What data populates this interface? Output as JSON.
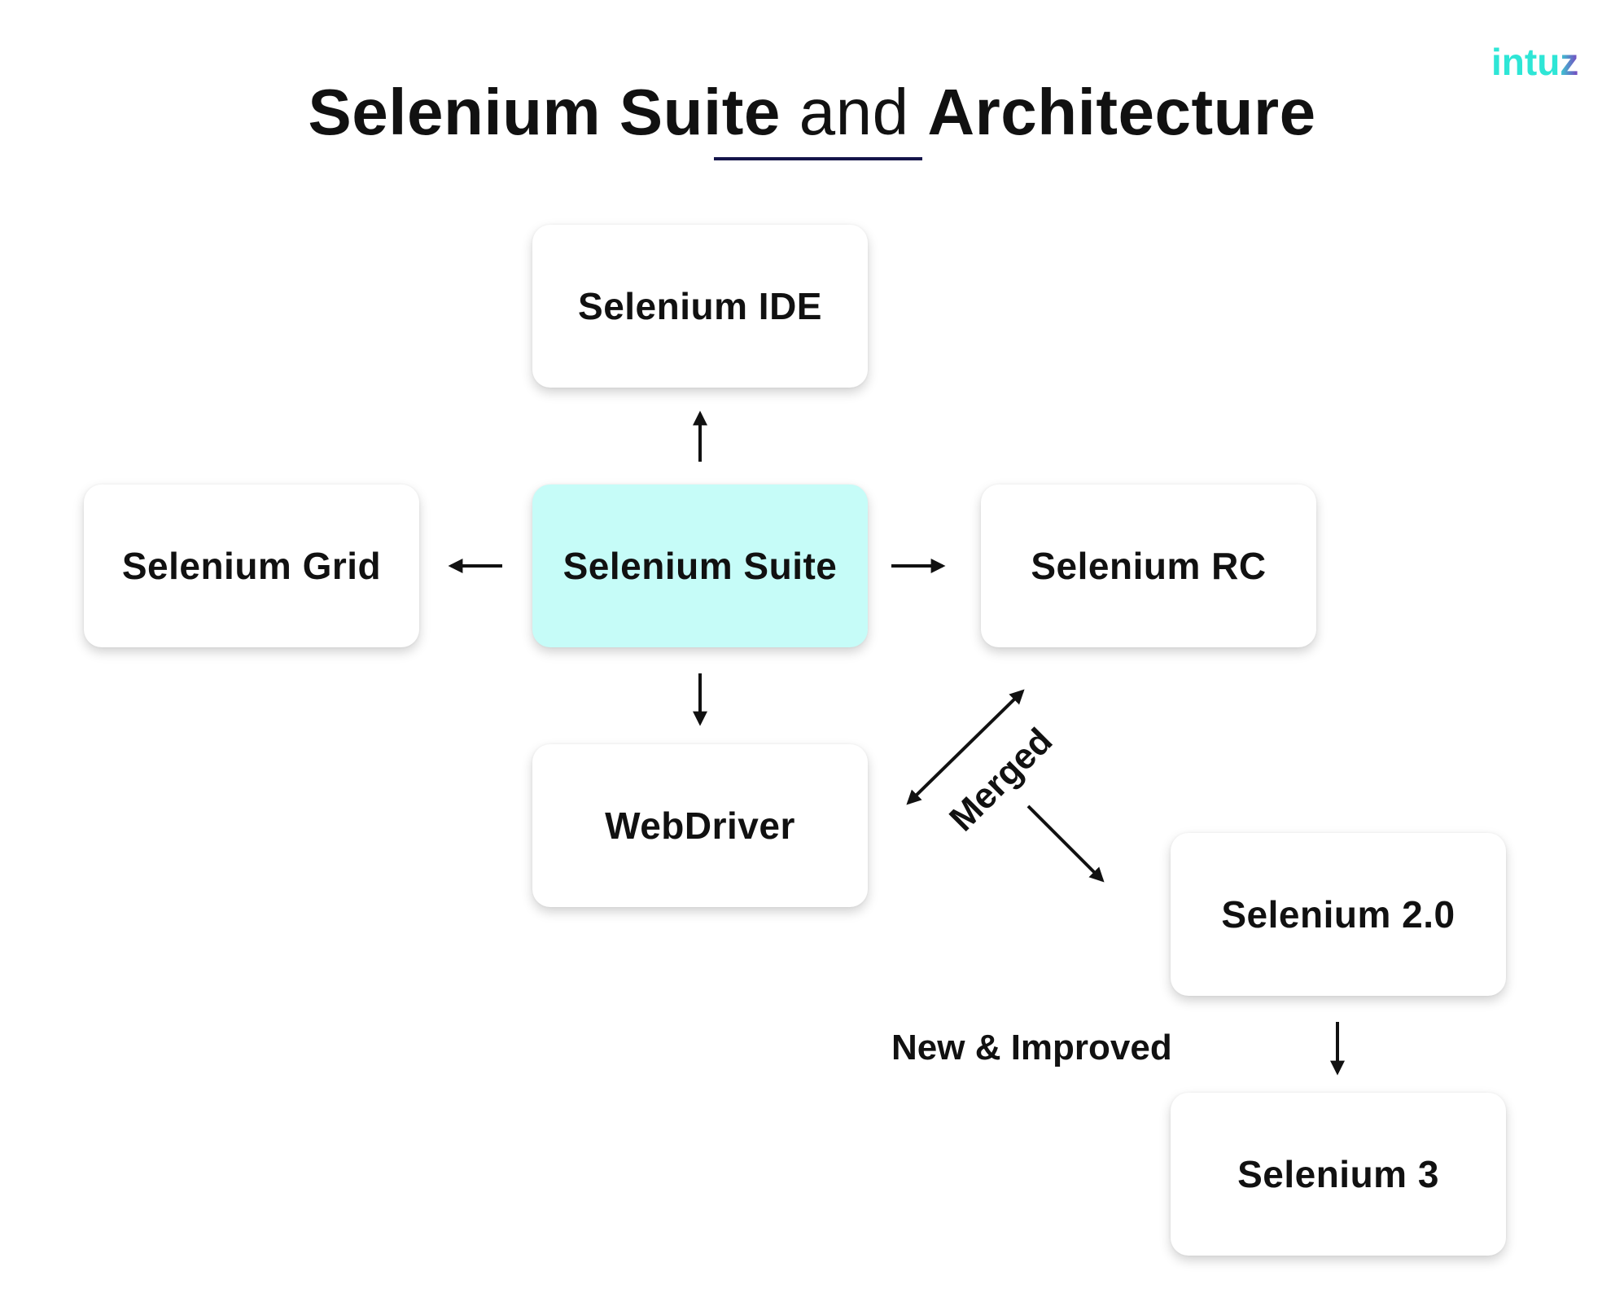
{
  "title": {
    "part1": "Selenium Suite",
    "part2": "and",
    "part3": "Architecture"
  },
  "logo": {
    "text": "intuz",
    "colors": [
      "#2ee6d6",
      "#7b3fbf"
    ]
  },
  "colors": {
    "center_fill": "#c6fcf8",
    "box_fill": "#ffffff",
    "underline": "#14154a",
    "text": "#111111"
  },
  "nodes": {
    "ide": "Selenium IDE",
    "grid": "Selenium Grid",
    "suite": "Selenium Suite",
    "rc": "Selenium RC",
    "webdriver": "WebDriver",
    "selenium2": "Selenium 2.0",
    "selenium3": "Selenium 3"
  },
  "edges": [
    {
      "from": "Selenium Suite",
      "to": "Selenium IDE"
    },
    {
      "from": "Selenium Suite",
      "to": "Selenium Grid"
    },
    {
      "from": "Selenium Suite",
      "to": "Selenium RC"
    },
    {
      "from": "Selenium Suite",
      "to": "WebDriver"
    },
    {
      "from": "WebDriver",
      "to": "Selenium RC",
      "bidirectional": true,
      "label": "Merged"
    },
    {
      "from": "Merged",
      "to": "Selenium 2.0"
    },
    {
      "from": "Selenium 2.0",
      "to": "Selenium 3",
      "label": "New & Improved"
    }
  ],
  "labels": {
    "merged": "Merged",
    "improved": "New & Improved"
  }
}
